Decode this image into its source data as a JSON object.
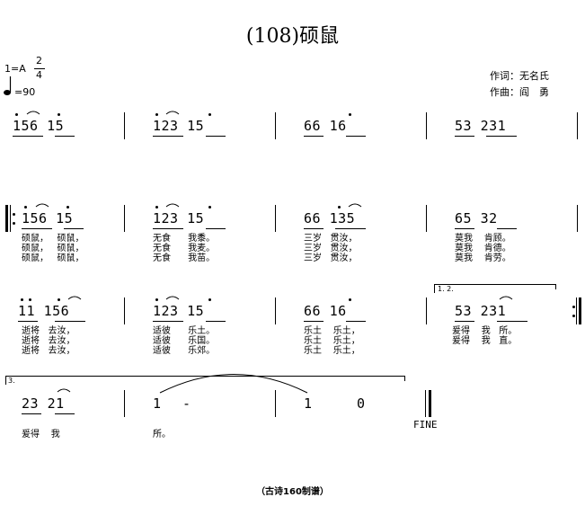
{
  "title": "(108)硕鼠",
  "key": "1=A",
  "time_top": "2",
  "time_bottom": "4",
  "tempo": "=90",
  "lyricist": "作词：无名氏",
  "composer": "作曲：阎　勇",
  "rows": [
    {
      "measures": [
        "156 15",
        "123 15",
        "66 16",
        "53 231"
      ]
    },
    {
      "measures": [
        "156 15",
        "123 15",
        "66 135",
        "65 32"
      ]
    },
    {
      "measures": [
        "11 156",
        "123 15",
        "66 16",
        "53 231"
      ]
    },
    {
      "measures": [
        "23 21",
        "1 -",
        "1 0"
      ]
    }
  ],
  "volta12": "1. 2.",
  "volta3": "3.",
  "fine": "FINE",
  "lyrics_row2": [
    [
      "硕鼠，",
      "硕鼠，",
      "无食",
      "我黍。",
      "三岁",
      "贯汝，",
      "莫我",
      "肯顾。"
    ],
    [
      "硕鼠，",
      "硕鼠，",
      "无食",
      "我麦。",
      "三岁",
      "贯汝，",
      "莫我",
      "肯德。"
    ],
    [
      "硕鼠，",
      "硕鼠，",
      "无食",
      "我苗。",
      "三岁",
      "贯汝，",
      "莫我",
      "肯劳。"
    ]
  ],
  "lyrics_row3": [
    [
      "逝将",
      "去汝，",
      "适彼",
      "乐土。",
      "乐土",
      "乐土，",
      "爰得",
      "我",
      "所。"
    ],
    [
      "逝将",
      "去汝，",
      "适彼",
      "乐国。",
      "乐土",
      "乐土，",
      "爰得",
      "我",
      "直。"
    ],
    [
      "逝将",
      "去汝，",
      "适彼",
      "乐郊。",
      "乐土",
      "乐土，",
      "",
      "",
      ""
    ]
  ],
  "lyrics_row4": [
    "爰得",
    "我",
    "所。"
  ],
  "footer": "（古诗160制谱）"
}
